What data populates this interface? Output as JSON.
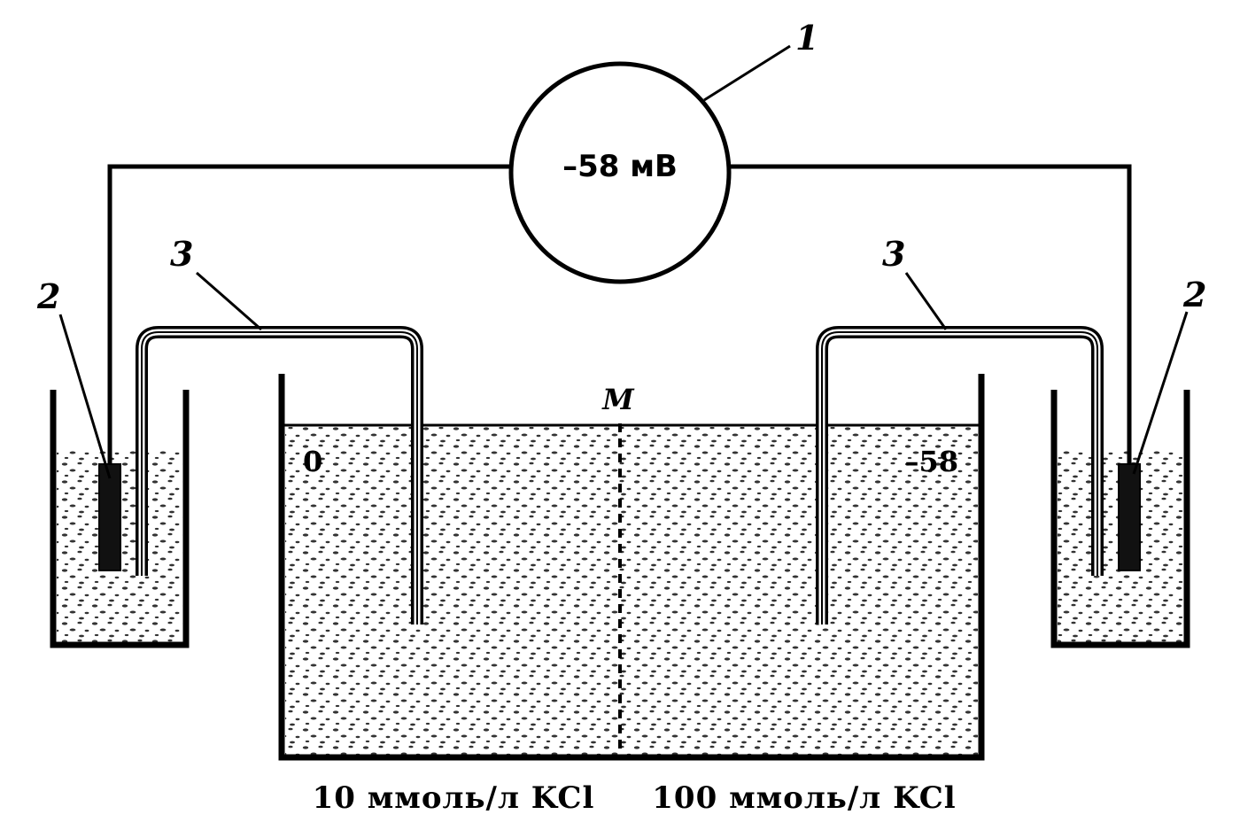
{
  "meter": {
    "reading": "–58 мВ",
    "label_number": "1"
  },
  "electrodes": {
    "left_number": "2",
    "right_number": "2"
  },
  "salt_bridges": {
    "left_number": "3",
    "right_number": "3"
  },
  "membrane": {
    "label": "M"
  },
  "potentials": {
    "left": "0",
    "right": "–58"
  },
  "solutions": {
    "left": "10 ммоль/л KCl",
    "right": "100 ммоль/л KCl"
  },
  "colors": {
    "ink": "#000000",
    "liquid_dots": "#333333",
    "background": "#ffffff"
  }
}
